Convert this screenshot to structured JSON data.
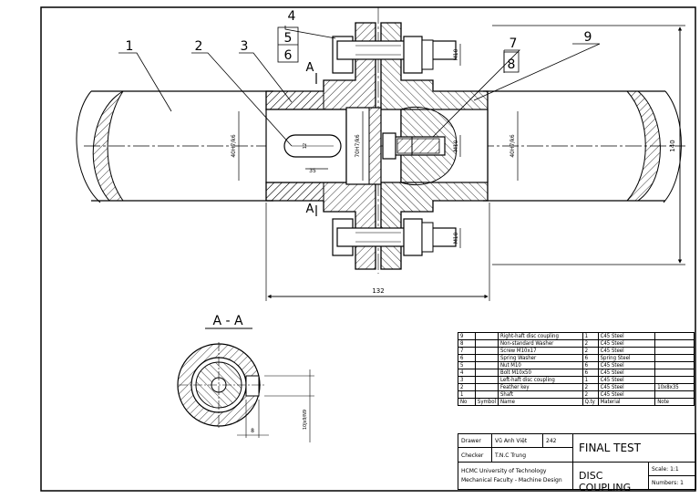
{
  "callouts": {
    "c1": "1",
    "c2": "2",
    "c3": "3",
    "c4": "4",
    "c5": "5",
    "c6": "6",
    "c7": "7",
    "c8": "8",
    "c9": "9"
  },
  "section_marks": {
    "top": "A",
    "bottom": "A"
  },
  "section_view_title": "A - A",
  "dimensions": {
    "length_total": "132",
    "height_total": "140",
    "shaft_left_fit": "40H7/k6",
    "shaft_right_fit": "40H7/k6",
    "spigot_fit": "70H7/k6",
    "bolt_top": "M10",
    "bolt_bottom": "M10",
    "screw": "M10",
    "key_width": "12",
    "key_length": "35",
    "section_key_width": "8",
    "section_fit": "10Js9/N9"
  },
  "bom_rows": [
    {
      "no": "9",
      "symbol": "",
      "name": "Right-haft disc coupling",
      "qty": "1",
      "material": "C45 Steel",
      "note": ""
    },
    {
      "no": "8",
      "symbol": "",
      "name": "Non-standard Washer",
      "qty": "2",
      "material": "C45 Steel",
      "note": ""
    },
    {
      "no": "7",
      "symbol": "",
      "name": "Screw M10x17",
      "qty": "2",
      "material": "C45 Steel",
      "note": ""
    },
    {
      "no": "6",
      "symbol": "",
      "name": "Spring Washer",
      "qty": "6",
      "material": "Spring Steel",
      "note": ""
    },
    {
      "no": "5",
      "symbol": "",
      "name": "Nut M10",
      "qty": "6",
      "material": "C45 Steel",
      "note": ""
    },
    {
      "no": "4",
      "symbol": "",
      "name": "Bolt M10x50",
      "qty": "6",
      "material": "C45 Steel",
      "note": ""
    },
    {
      "no": "3",
      "symbol": "",
      "name": "Left-haft disc coupling",
      "qty": "1",
      "material": "C45 Steel",
      "note": ""
    },
    {
      "no": "2",
      "symbol": "",
      "name": "Feather key",
      "qty": "2",
      "material": "C45 Steel",
      "note": "10x8x35"
    },
    {
      "no": "1",
      "symbol": "",
      "name": "Shaft",
      "qty": "2",
      "material": "C45 Steel",
      "note": ""
    }
  ],
  "bom_header": {
    "no": "No",
    "symbol": "Symbol",
    "name": "Name",
    "qty": "Q.ty",
    "material": "Material",
    "note": "Note"
  },
  "title_block": {
    "drawer_label": "Drawer",
    "drawer_name": "Vũ Anh Việt",
    "drawer_code": "242",
    "checker_label": "Checker",
    "checker_name": "T.N.C Trung",
    "title": "FINAL TEST",
    "org_line1": "HCMC University of Technology",
    "org_line2": "Mechanical Faculty - Machine Design",
    "drawing_name": "DISC COUPLING",
    "scale": "Scale: 1:1",
    "numbers": "Numbers: 1"
  }
}
